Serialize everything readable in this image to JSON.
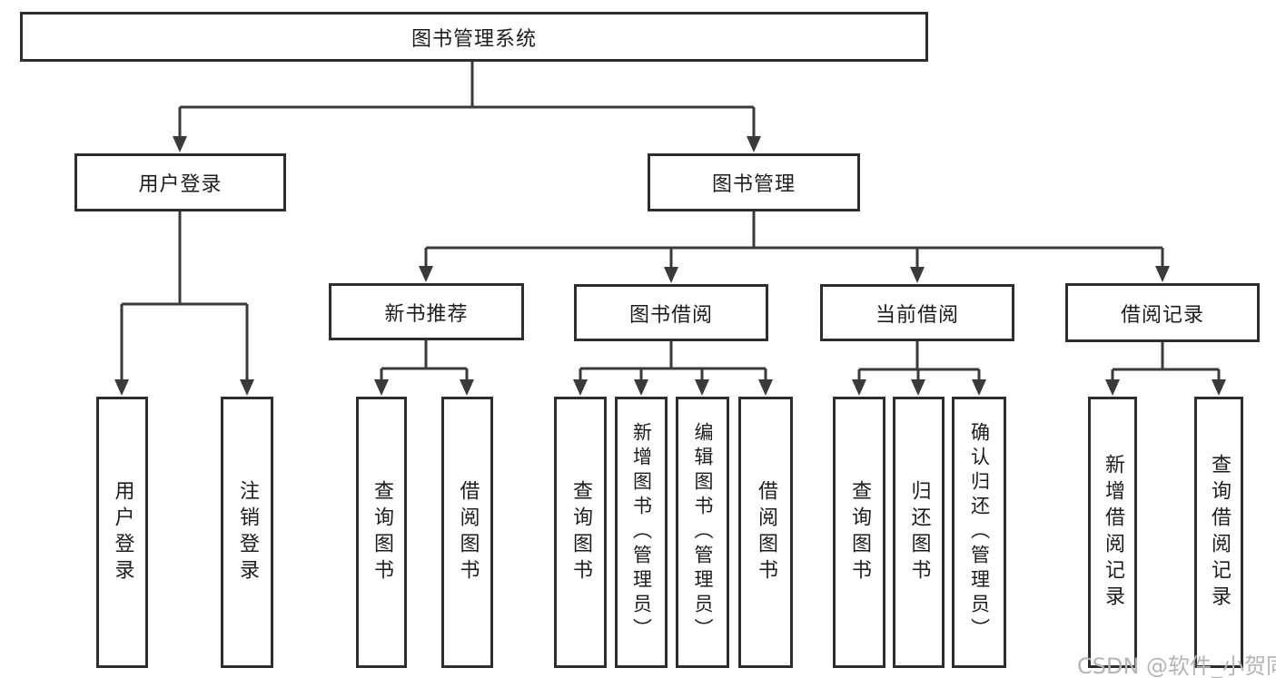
{
  "colors": {
    "line": "#3a3a3a",
    "border": "#2e2e2e",
    "text": "#1d1d1d",
    "watermark": "#b5b5b5",
    "background": "#ffffff"
  },
  "diagram": {
    "root": {
      "label": "图书管理系统"
    },
    "level2": [
      {
        "label": "用户登录"
      },
      {
        "label": "图书管理"
      }
    ],
    "level3": [
      {
        "label": "新书推荐"
      },
      {
        "label": "图书借阅"
      },
      {
        "label": "当前借阅"
      },
      {
        "label": "借阅记录"
      }
    ],
    "leaves": [
      {
        "label": "用户登录"
      },
      {
        "label": "注销登录"
      },
      {
        "label": "查询图书"
      },
      {
        "label": "借阅图书"
      },
      {
        "label": "查询图书"
      },
      {
        "label": "新增图书（管理员）"
      },
      {
        "label": "编辑图书（管理员）"
      },
      {
        "label": "借阅图书"
      },
      {
        "label": "查询图书"
      },
      {
        "label": "归还图书"
      },
      {
        "label": "确认归还（管理员）"
      },
      {
        "label": "新增借阅记录"
      },
      {
        "label": "查询借阅记录"
      }
    ],
    "watermark": "CSDN @软件_小贺同学"
  }
}
